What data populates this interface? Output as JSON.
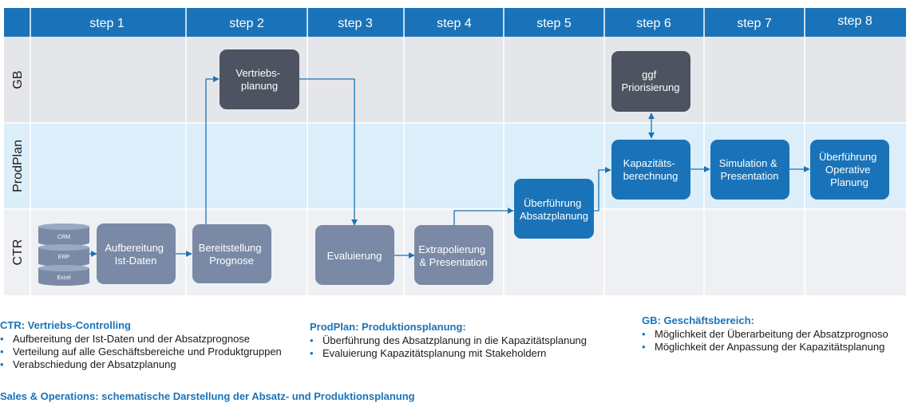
{
  "header": {
    "steps": [
      "step 1",
      "step 2",
      "step 3",
      "step 4",
      "step 5",
      "step 6",
      "step 7",
      "step 8"
    ]
  },
  "lanes": [
    "GB",
    "ProdPlan",
    "CTR"
  ],
  "database": {
    "labels": [
      "CRM",
      "ERP",
      "Excel"
    ]
  },
  "nodes": {
    "aufbereitung": [
      "Aufbereitung",
      "Ist-Daten"
    ],
    "bereitstellung": [
      "Bereitstellung",
      "Prognose"
    ],
    "vertriebsplanung": [
      "Vertriebs-",
      "planung"
    ],
    "evaluierung": [
      "Evaluierung"
    ],
    "extrapolierung": [
      "Extrapolierung",
      "& Presentation"
    ],
    "ueberfuehrung_absatz": [
      "Überführung",
      "Absatzplanung"
    ],
    "kapazitaet": [
      "Kapazitäts-",
      "berechnung"
    ],
    "priorisierung": [
      "ggf",
      "Priorisierung"
    ],
    "simulation": [
      "Simulation &",
      "Presentation"
    ],
    "ueberfuehrung_operativ": [
      "Überführung",
      "Operative",
      "Planung"
    ]
  },
  "legend": {
    "ctr": {
      "title": "CTR: Vertriebs-Controlling",
      "items": [
        "Aufbereitung der Ist-Daten und der Absatzprognose",
        "Verteilung auf alle Geschäftsbereiche und Produktgruppen",
        "Verabschiedung der Absatzplanung"
      ]
    },
    "prodplan": {
      "title": "ProdPlan: Produktionsplanung:",
      "items": [
        "Überführung des Absatzplanung in die Kapazitätsplanung",
        "Evaluierung Kapazitätsplanung mit Stakeholdern"
      ]
    },
    "gb": {
      "title": "GB: Geschäftsbereich:",
      "items": [
        "Möglichkeit der Überarbeitung der Absatzprognoso",
        "Möglichkeit der Anpassung der Kapazitätsplanung"
      ]
    }
  },
  "caption": "Sales & Operations: schematische Darstellung der Absatz- und Produktionsplanung",
  "colors": {
    "header": "#1a73b8",
    "lane_gb": "#e4e6ea",
    "lane_prodplan": "#dceefa",
    "lane_ctr": "#eef0f4",
    "box_gray": "#7a8aa6",
    "box_dark": "#4d5360",
    "box_blue": "#1a73b8",
    "arrow": "#1a73b8",
    "accent_text": "#1a73b8"
  }
}
